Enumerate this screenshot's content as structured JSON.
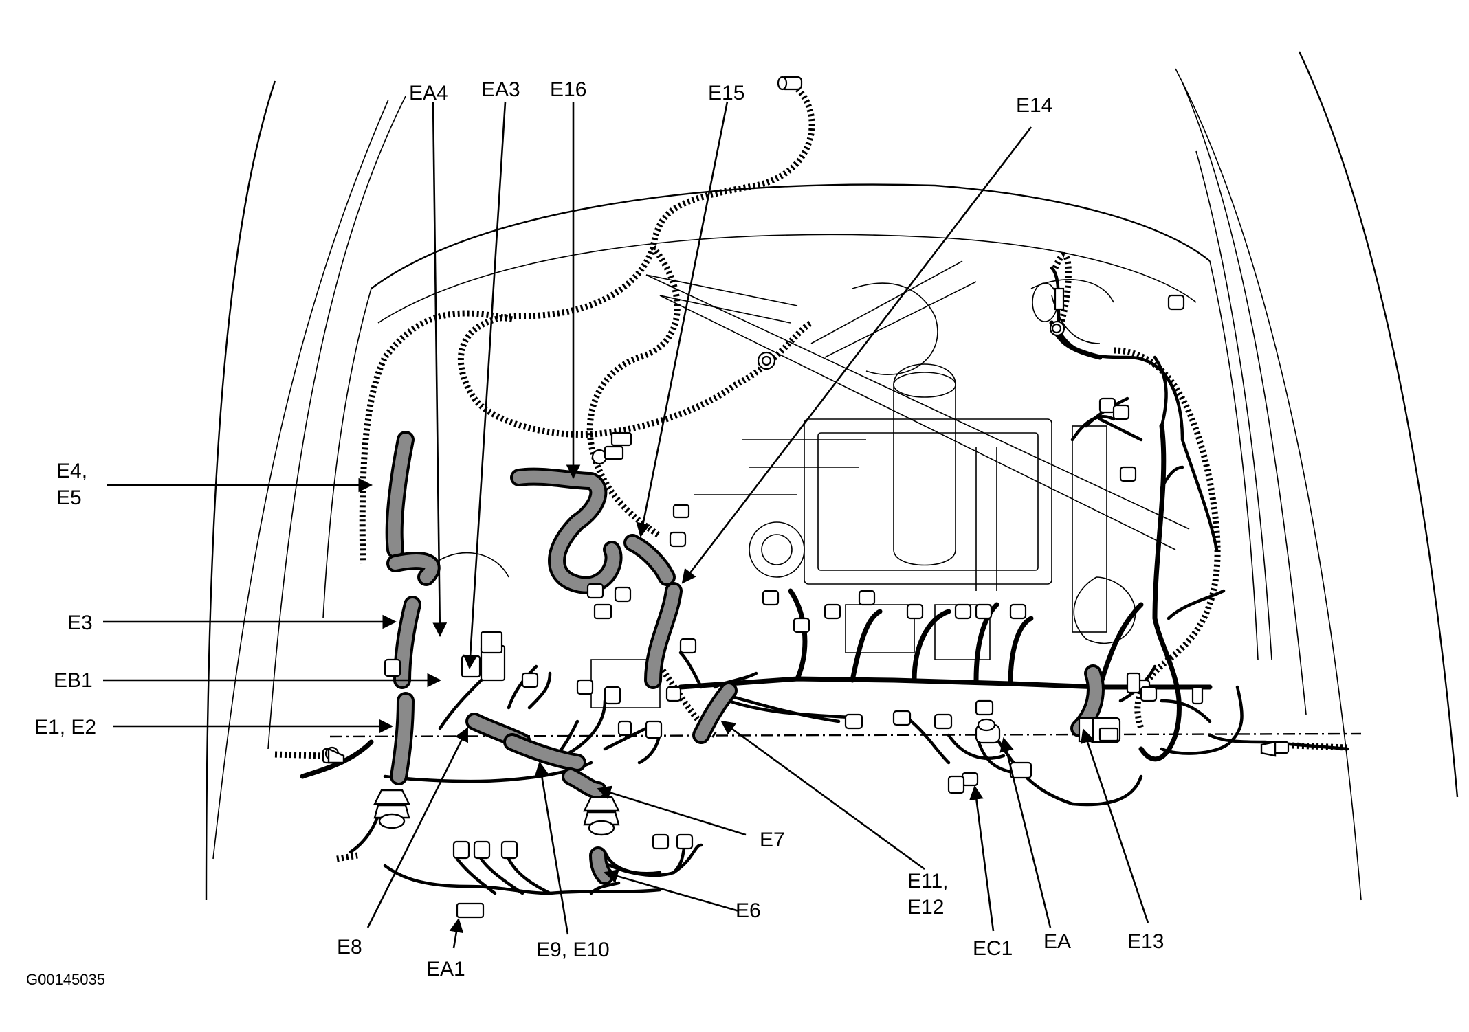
{
  "figure_id": "G00145035",
  "labels": {
    "ea4": "EA4",
    "ea3": "EA3",
    "e16": "E16",
    "e15": "E15",
    "e14": "E14",
    "e4_e5_line1": "E4,",
    "e4_e5_line2": "E5",
    "e3": "E3",
    "eb1": "EB1",
    "e1_e2": "E1, E2",
    "e7": "E7",
    "e6": "E6",
    "e8": "E8",
    "ea1": "EA1",
    "e9_e10": "E9, E10",
    "e11_e12_line1": "E11,",
    "e11_e12_line2": "E12",
    "ec1": "EC1",
    "ea": "EA",
    "e13": "E13"
  },
  "colors": {
    "line": "#000000",
    "harness_fill": "#8a8a8a",
    "background": "#ffffff"
  }
}
